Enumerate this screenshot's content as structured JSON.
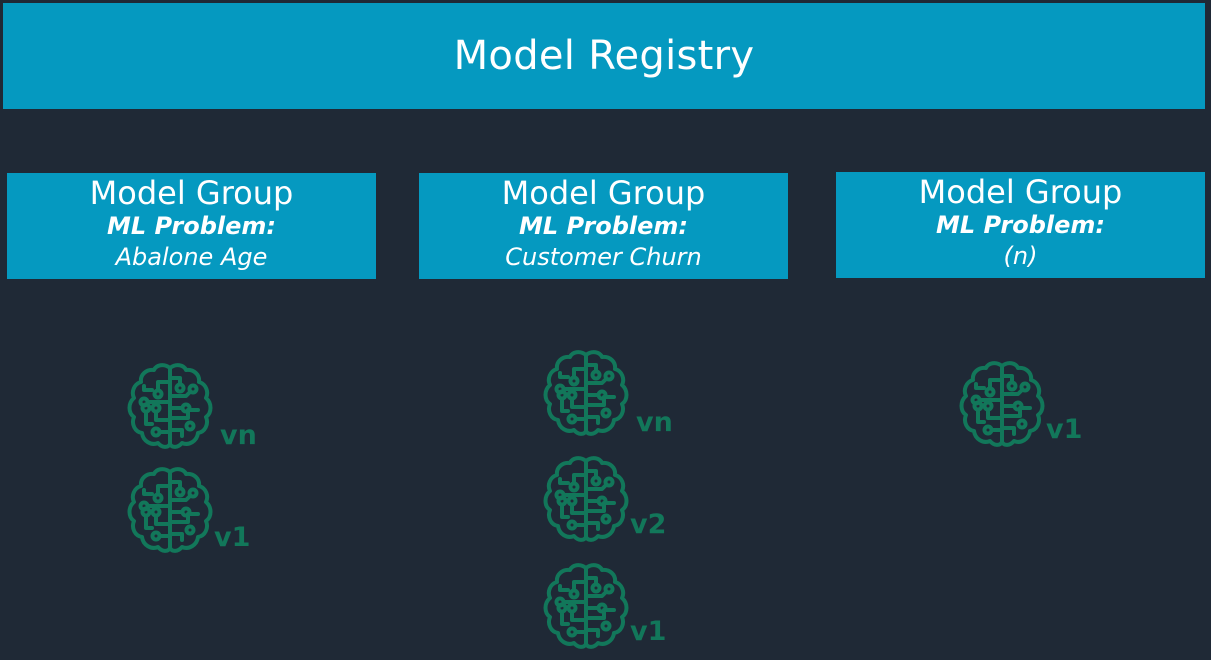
{
  "title": "Model Registry",
  "icon": "brain-circuit-icon",
  "colors": {
    "background": "#1f2936",
    "box": "#0599c0",
    "icon": "#12775a"
  },
  "groups": [
    {
      "title": "Model Group",
      "problem_label": "ML Problem:",
      "problem_value": "Abalone Age",
      "versions": [
        "vn",
        "v1"
      ]
    },
    {
      "title": "Model Group",
      "problem_label": "ML Problem:",
      "problem_value": "Customer Churn",
      "versions": [
        "vn",
        "v2",
        "v1"
      ]
    },
    {
      "title": "Model Group",
      "problem_label": "ML Problem:",
      "problem_value": "(n)",
      "versions": [
        "v1"
      ]
    }
  ]
}
